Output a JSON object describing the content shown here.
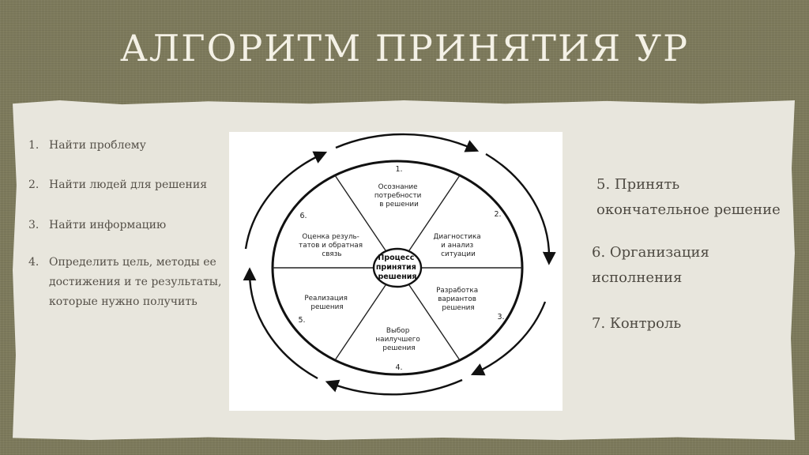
{
  "title": "АЛГОРИТМ ПРИНЯТИЯ УР",
  "left_steps": [
    {
      "num": "1.",
      "text": "Найти проблему"
    },
    {
      "num": "2.",
      "text": "Найти людей для решения"
    },
    {
      "num": "3.",
      "text": "Найти информацию"
    },
    {
      "num": "4.",
      "text": "Определить цель, методы ее достижения и те результаты, которые нужно получить"
    }
  ],
  "diagram": {
    "center": [
      "Процесс",
      "принятия",
      "решения"
    ],
    "segments": [
      {
        "num": "1.",
        "lines": [
          "Осознание",
          "потребности",
          "в решении"
        ]
      },
      {
        "num": "2.",
        "lines": [
          "Диагностика",
          "и анализ",
          "ситуации"
        ]
      },
      {
        "num": "3.",
        "lines": [
          "Разработка",
          "вариантов",
          "решения"
        ]
      },
      {
        "num": "4.",
        "lines": [
          "Выбор",
          "наилучшего",
          "решения"
        ]
      },
      {
        "num": "5.",
        "lines": [
          "Реализация",
          "решения"
        ]
      },
      {
        "num": "6.",
        "lines": [
          "Оценка резуль-",
          "татов и обратная",
          "связь"
        ]
      }
    ]
  },
  "right_steps": [
    "5. Принять окончательное решение",
    "6. Организация исполнения",
    "7. Контроль"
  ],
  "colors": {
    "background": "#7d7a5c",
    "paper": "#e8e6dd",
    "title": "#f4f1e6",
    "text": "#555048"
  }
}
